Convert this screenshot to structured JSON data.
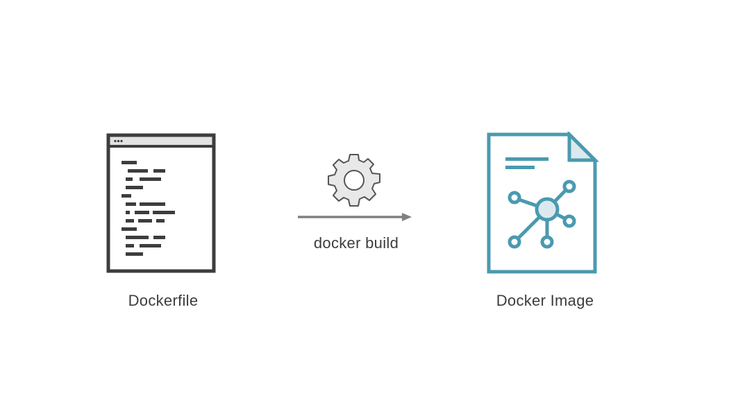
{
  "diagram": {
    "source": {
      "label": "Dockerfile",
      "icon": "code-file-icon"
    },
    "process": {
      "label": "docker build",
      "icon": "gear-icon"
    },
    "target": {
      "label": "Docker Image",
      "icon": "network-document-icon"
    }
  },
  "colors": {
    "dark": "#3d3d3d",
    "gray": "#808080",
    "teal": "#4a9aaf",
    "light_fill": "#e8e8e8",
    "teal_light_fill": "#dbe9ee"
  }
}
